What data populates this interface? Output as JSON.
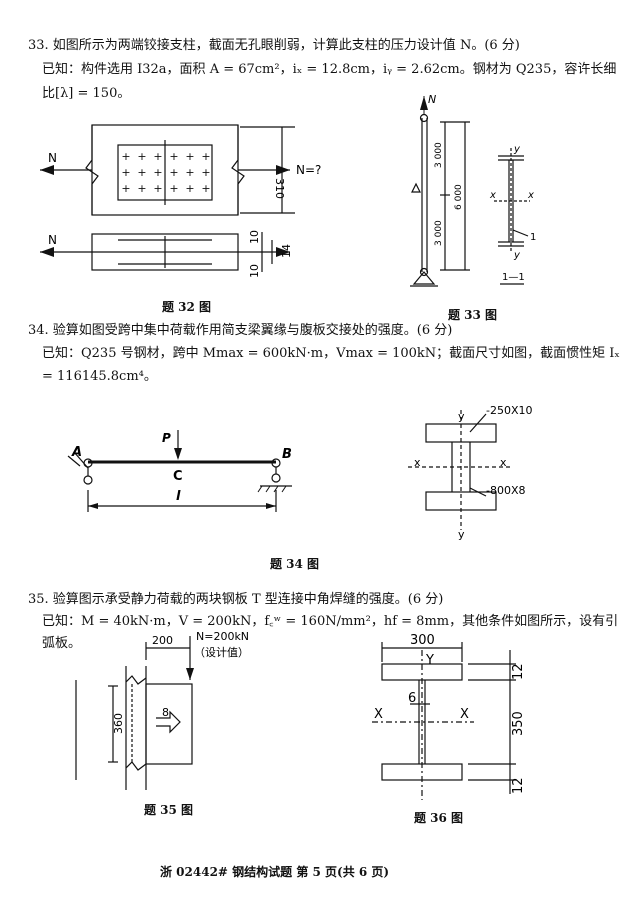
{
  "q33": {
    "line1": "33. 如图所示为两端铰接支柱，截面无孔眼削弱，计算此支柱的压力设计值 N。(6 分)",
    "line2": "已知：构件选用 I32a，面积 A = 67cm²，iₓ = 12.8cm，iᵧ = 2.62cm。钢材为 Q235，容许长细",
    "line3": "比[λ] = 150。"
  },
  "fig32": {
    "caption": "题 32 图",
    "N_left": "N",
    "N_right": "N=?",
    "dim310": "310",
    "N_left2": "N",
    "dim10a": "10",
    "dim14": "14",
    "dim10b": "10"
  },
  "fig33": {
    "caption": "题 33 图",
    "N": "N",
    "dim_top": "3 000",
    "dim_bot": "3 000",
    "dim_total": "6 000",
    "y_top": "y",
    "x_left": "x",
    "x_right": "x",
    "y_bot": "y",
    "label1": "1",
    "section": "1—1"
  },
  "q34": {
    "line1": "34. 验算如图受跨中集中荷载作用简支梁翼缘与腹板交接处的强度。(6 分)",
    "line2": "已知：Q235 号钢材，跨中 Mmax = 600kN·m，Vmax = 100kN；截面尺寸如图，截面惯性矩 Iₓ",
    "line3": "= 116145.8cm⁴。"
  },
  "fig34": {
    "caption": "题 34 图",
    "P": "P",
    "A": "A",
    "B": "B",
    "C": "C",
    "l": "l",
    "flange": "-250X10",
    "web": "-800X8",
    "y_top": "y",
    "y_bot": "y",
    "x_left": "x",
    "x_right": "x"
  },
  "q35": {
    "line1": "35. 验算图示承受静力荷载的两块钢板 T 型连接中角焊缝的强度。(6 分)",
    "line2": "已知：M = 40kN·m，V = 200kN，f꜀ʷ = 160N/mm²，hf = 8mm，其他条件如图所示，设有引",
    "line3": "弧板。"
  },
  "fig35": {
    "caption": "题 35 图",
    "dim200": "200",
    "load": "N=200kN",
    "load_note": "（设计值）",
    "dim360": "360",
    "weld": "8"
  },
  "fig36": {
    "caption": "题 36 图",
    "dim300": "300",
    "Y": "Y",
    "dim6": "6",
    "X_left": "X",
    "X_right": "X",
    "dim12a": "12",
    "dim350": "350",
    "dim12b": "12"
  },
  "footer": "浙 02442# 钢结构试题 第 5 页(共 6 页)"
}
